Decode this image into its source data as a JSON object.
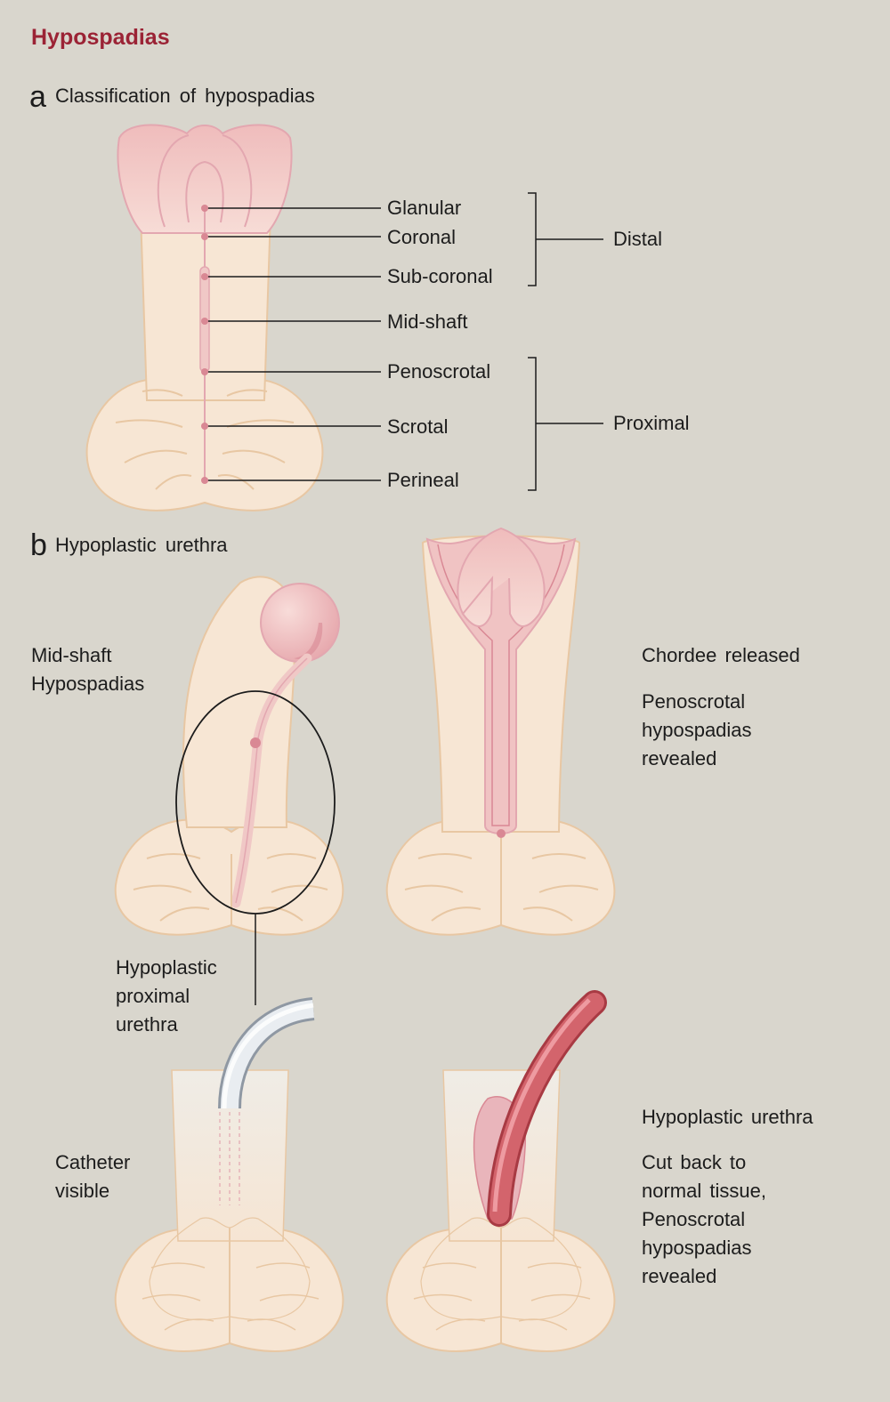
{
  "title": "Hypospadias",
  "colors": {
    "background": "#d9d6cd",
    "title": "#9b2335",
    "skin": "#f7e6d4",
    "skin_outline": "#e8c7a3",
    "glans": "#f0c3c3",
    "urethra": "#e3a7b0",
    "meatus_dot": "#d98894",
    "catheter": "#c9cfd7",
    "urethra_tube": "#c9535c"
  },
  "section_a": {
    "letter": "a",
    "title": "Classification of hypospadias",
    "levels": [
      "Glanular",
      "Coronal",
      "Sub-coronal",
      "Mid-shaft",
      "Penoscrotal",
      "Scrotal",
      "Perineal"
    ],
    "groups": {
      "distal": "Distal",
      "proximal": "Proximal"
    }
  },
  "section_b": {
    "letter": "b",
    "title": "Hypoplastic urethra",
    "mid_shaft_label": [
      "Mid-shaft",
      "Hypospadias"
    ],
    "chordee_label": "Chordee released",
    "penoscrotal_label": [
      "Penoscrotal",
      "hypospadias",
      "revealed"
    ],
    "hypoplastic_proximal_label": [
      "Hypoplastic",
      "proximal",
      "urethra"
    ],
    "catheter_label": [
      "Catheter",
      "visible"
    ],
    "hypoplastic_urethra_label": "Hypoplastic urethra",
    "cut_back_label": [
      "Cut back to",
      "normal tissue,",
      "Penoscrotal",
      "hypospadias",
      "revealed"
    ]
  }
}
